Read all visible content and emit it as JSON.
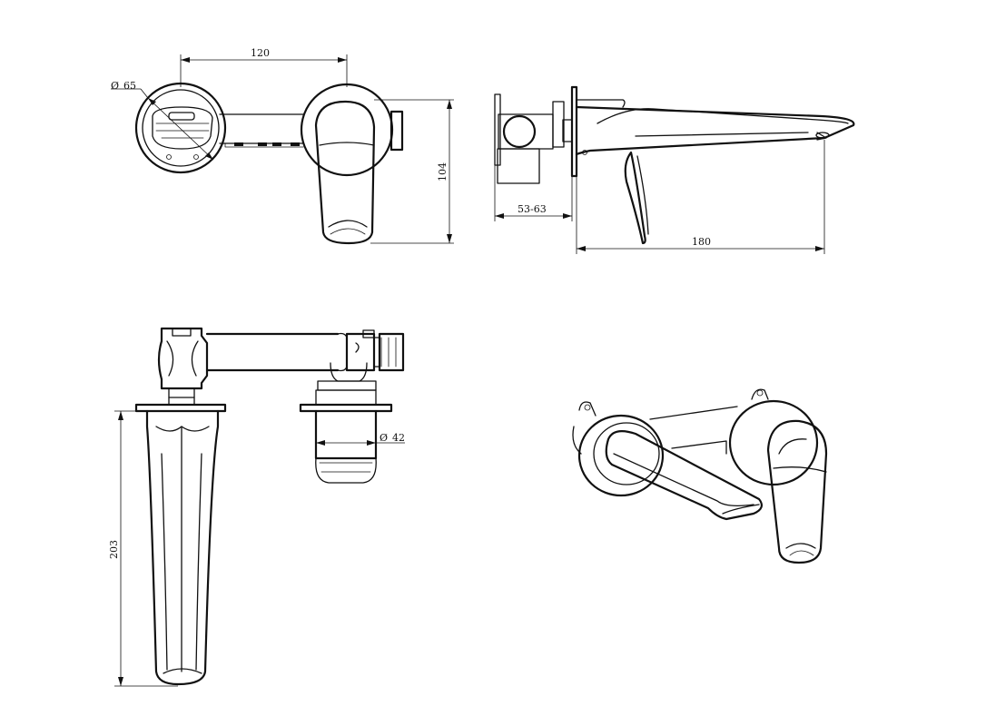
{
  "dimensions": {
    "width_120": "120",
    "dia_65": "65",
    "height_104": "104",
    "depth_53_63": "53-63",
    "spout_180": "180",
    "height_203": "203",
    "dia_42": "42"
  },
  "symbols": {
    "diameter": "Ø"
  },
  "colors": {
    "line": "#111111",
    "background": "#ffffff"
  }
}
